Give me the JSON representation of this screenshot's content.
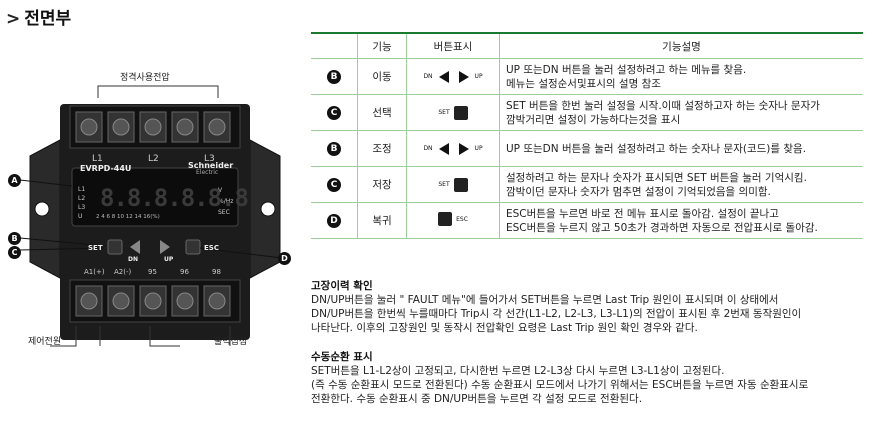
{
  "section": {
    "arrow": ">",
    "title": "전면부"
  },
  "device": {
    "top_label": "정격사용전압",
    "model": "EVRPD-44U",
    "brand": "Schneider",
    "brand_sub": "Electric",
    "terminals_top": [
      "L1",
      "L2",
      "L3"
    ],
    "led_left": [
      "L1",
      "L2",
      "L3",
      "U"
    ],
    "led_right": [
      "V",
      "%/Hz",
      "SEC"
    ],
    "scale": "2   4   6   8   10   12   14   16(%)",
    "display": "8.8.8.8.8.8",
    "set": "SET",
    "dn": "DN",
    "up": "UP",
    "esc": "ESC",
    "terminals_bottom": [
      "A1(+)",
      "A2(-)",
      "95",
      "96",
      "98"
    ],
    "bottom_left_label": "제어전원",
    "bottom_right_label": "출력접점",
    "markers": {
      "A": "A",
      "B": "B",
      "C": "C",
      "D": "D"
    }
  },
  "table": {
    "headers": [
      "",
      "기능",
      "버튼표시",
      "기능설명"
    ],
    "rows": [
      {
        "mark": "B",
        "func": "이동",
        "btn_type": "dnup",
        "btn_left": "DN",
        "btn_right": "UP",
        "desc1": "UP 또는DN 버튼을 눌러 설정하려고 하는 메뉴를 찾음.",
        "desc2": "메뉴는 설정순서및표시의 설명 참조"
      },
      {
        "mark": "C",
        "func": "선택",
        "btn_type": "set",
        "btn_label": "SET",
        "desc1": "SET 버튼을 한번 눌러 설정을 시작.이때 설정하고자 하는 숫자나 문자가",
        "desc2": "깜박거리면 설정이 가능하다는것을 표시"
      },
      {
        "mark": "B",
        "func": "조정",
        "btn_type": "dnup",
        "btn_left": "DN",
        "btn_right": "UP",
        "desc1": "UP 또는DN 버튼을 눌러 설정하려고 하는 숫자나 문자(코드)를 찾음.",
        "desc2": ""
      },
      {
        "mark": "C",
        "func": "저장",
        "btn_type": "set",
        "btn_label": "SET",
        "desc1": "설정하려고 하는 문자나 숫자가 표시되면 SET 버튼을 눌러 기억시킴.",
        "desc2": "깜박이던 문자나 숫자가 멈추면 설정이 기억되었음을 의미함."
      },
      {
        "mark": "D",
        "func": "복귀",
        "btn_type": "esc",
        "btn_label": "ESC",
        "desc1": "ESC버튼을 누르면 바로 전 메뉴 표시로 돌아감. 설정이 끝나고",
        "desc2": "ESC버튼을 누르지 않고 50초가 경과하면 자동으로 전압표시로 돌아감."
      }
    ]
  },
  "fault": {
    "heading": "고장이력 확인",
    "lines": [
      "DN/UP버튼을 눌러 \" FAULT 메뉴\"에 들어가서 SET버튼을 누르면 Last Trip 원인이 표시되며 이 상태에서",
      "DN/UP버튼을 한번씩 누를때마다 Trip시 각 선간(L1-L2, L2-L3, L3-L1)의 전압이 표시된 후 2번재 동작원인이",
      "나타난다. 이후의 고장원인 및 동작시 전압확인 요령은 Last Trip 원인 확인 경우와 같다."
    ]
  },
  "manual": {
    "heading": "수동순환 표시",
    "lines": [
      "SET버튼을 L1-L2상이 고정되고, 다시한번 누르면 L2-L3상 다시 누르면 L3-L1상이 고정된다.",
      "(즉 수동 순환표시 모드로 전환된다) 수동 순환표시 모드에서 나가기 위해서는 ESC버튼을 누르면 자동 순환표시로",
      "전환한다. 수동 순환표시 중 DN/UP버튼을 누르면 각 설정 모드로 전환된다."
    ]
  },
  "colors": {
    "accent_green": "#1a7a2e",
    "rule_green": "#9ccf9c",
    "device_body": "#1c1c1c"
  }
}
